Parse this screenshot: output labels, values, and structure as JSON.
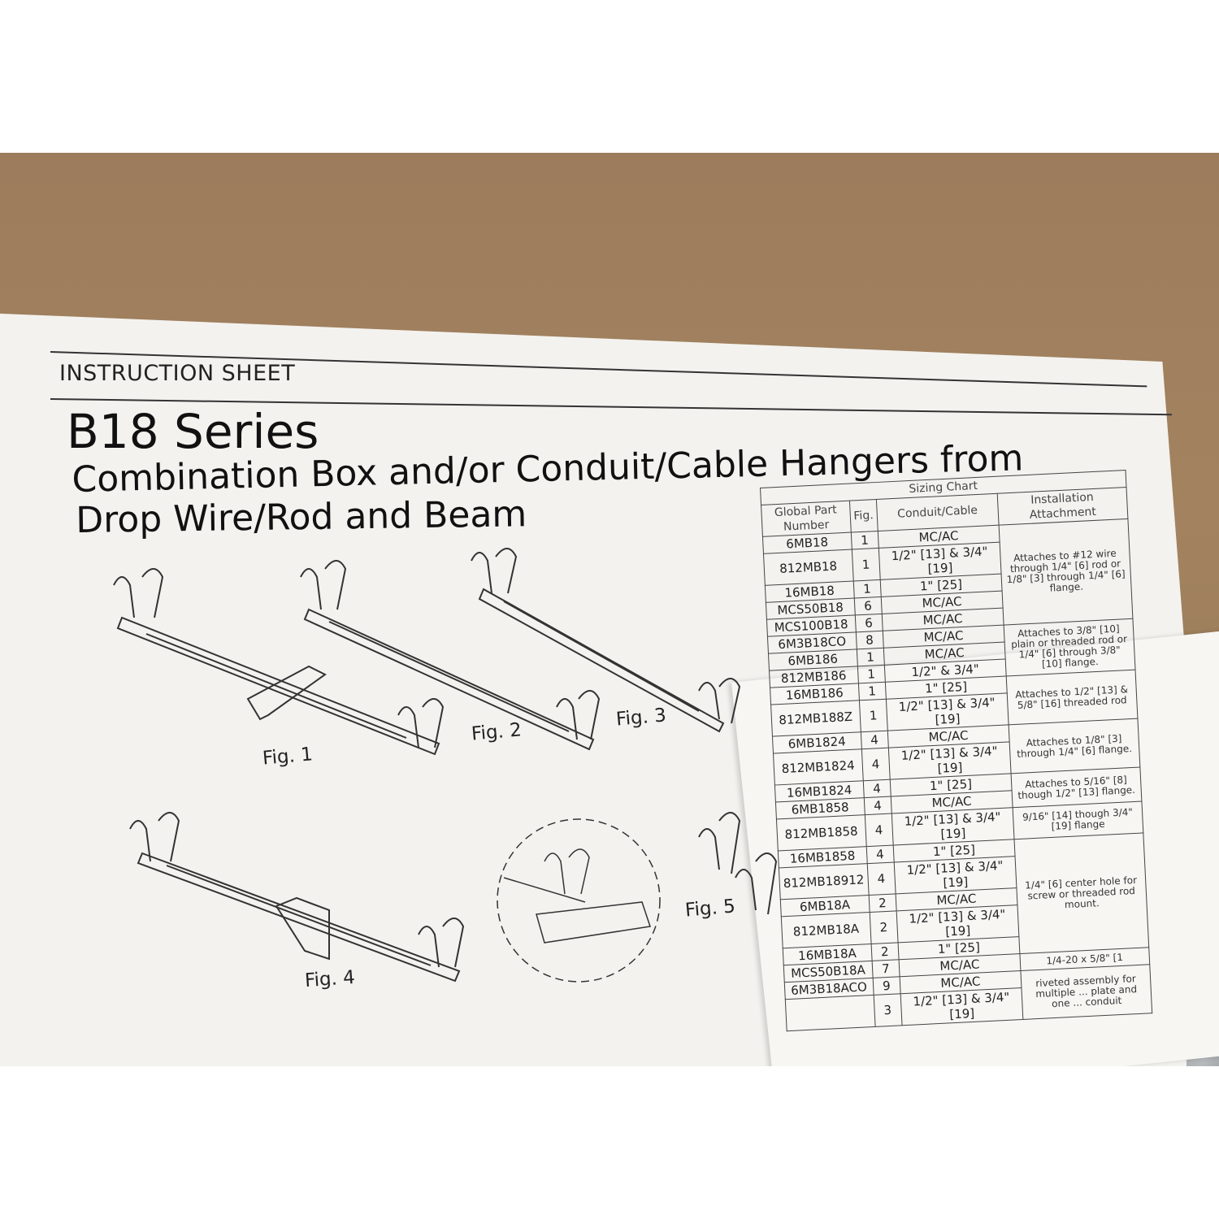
{
  "header": {
    "label": "INSTRUCTION SHEET"
  },
  "title": "B18 Series",
  "subtitle": {
    "line1": "Combination Box and/or Conduit/Cable Hangers from",
    "line2": "Drop Wire/Rod and Beam"
  },
  "figures": {
    "fig1": "Fig. 1",
    "fig2": "Fig. 2",
    "fig3": "Fig. 3",
    "fig4": "Fig. 4",
    "fig5": "Fig. 5"
  },
  "sizing_chart": {
    "title": "Sizing Chart",
    "columns": [
      "Global Part Number",
      "Fig.",
      "Conduit/Cable",
      "Installation Attachment"
    ],
    "rows": [
      {
        "part": "6MB18",
        "fig": "1",
        "conduit": "MC/AC"
      },
      {
        "part": "812MB18",
        "fig": "1",
        "conduit": "1/2\" [13] & 3/4\" [19]"
      },
      {
        "part": "16MB18",
        "fig": "1",
        "conduit": "1\" [25]"
      },
      {
        "part": "MCS50B18",
        "fig": "6",
        "conduit": "MC/AC"
      },
      {
        "part": "MCS100B18",
        "fig": "6",
        "conduit": "MC/AC"
      },
      {
        "part": "6M3B18CO",
        "fig": "8",
        "conduit": "MC/AC"
      },
      {
        "part": "6MB186",
        "fig": "1",
        "conduit": "MC/AC"
      },
      {
        "part": "812MB186",
        "fig": "1",
        "conduit": "1/2\" & 3/4\""
      },
      {
        "part": "16MB186",
        "fig": "1",
        "conduit": "1\" [25]"
      },
      {
        "part": "812MB188Z",
        "fig": "1",
        "conduit": "1/2\" [13] & 3/4\" [19]"
      },
      {
        "part": "6MB1824",
        "fig": "4",
        "conduit": "MC/AC"
      },
      {
        "part": "812MB1824",
        "fig": "4",
        "conduit": "1/2\" [13] & 3/4\" [19]"
      },
      {
        "part": "16MB1824",
        "fig": "4",
        "conduit": "1\" [25]"
      },
      {
        "part": "6MB1858",
        "fig": "4",
        "conduit": "MC/AC"
      },
      {
        "part": "812MB1858",
        "fig": "4",
        "conduit": "1/2\" [13] & 3/4\" [19]"
      },
      {
        "part": "16MB1858",
        "fig": "4",
        "conduit": "1\" [25]"
      },
      {
        "part": "812MB18912",
        "fig": "4",
        "conduit": "1/2\" [13] & 3/4\" [19]"
      },
      {
        "part": "6MB18A",
        "fig": "2",
        "conduit": "MC/AC"
      },
      {
        "part": "812MB18A",
        "fig": "2",
        "conduit": "1/2\" [13] & 3/4\" [19]"
      },
      {
        "part": "16MB18A",
        "fig": "2",
        "conduit": "1\" [25]"
      },
      {
        "part": "MCS50B18A",
        "fig": "7",
        "conduit": "MC/AC"
      },
      {
        "part": "6M3B18ACO",
        "fig": "9",
        "conduit": "MC/AC"
      },
      {
        "part": "",
        "fig": "3",
        "conduit": "1/2\" [13] & 3/4\" [19]"
      }
    ],
    "attachments": [
      {
        "text": "Attaches to #12 wire through 1/4\" [6] rod or 1/8\" [3] through 1/4\" [6] flange.",
        "span": 5
      },
      {
        "text": "Attaches to 3/8\" [10] plain or threaded rod or 1/4\" [6] through 3/8\" [10] flange.",
        "span": 3
      },
      {
        "text": "Attaches to 1/2\" [13] & 5/8\" [16] threaded rod",
        "span": 2
      },
      {
        "text": "Attaches to 1/8\" [3] through 1/4\" [6] flange.",
        "span": 2
      },
      {
        "text": "Attaches to 5/16\" [8] though 1/2\" [13] flange.",
        "span": 2
      },
      {
        "text": "9/16\" [14] though 3/4\" [19] flange",
        "span": 1
      },
      {
        "text": "1/4\" [6] center hole for screw or threaded rod mount.",
        "span": 5
      },
      {
        "text": "1/4-20 x 5/8\" [1",
        "span": 1
      },
      {
        "text": "riveted assembly for multiple ... plate and one ... conduit",
        "span": 2
      }
    ]
  }
}
